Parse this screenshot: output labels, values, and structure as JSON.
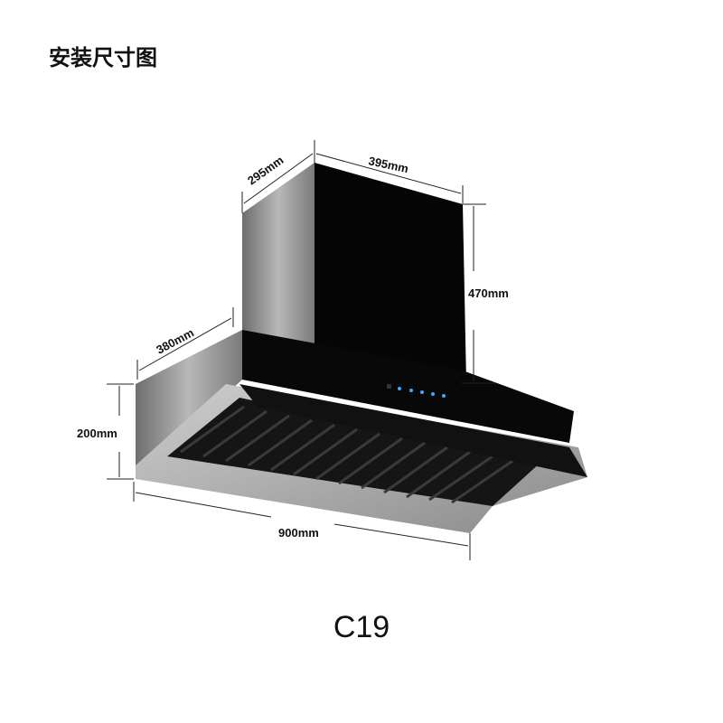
{
  "title": "安装尺寸图",
  "model": "C19",
  "dimensions": {
    "chimney_depth": "295mm",
    "chimney_width": "395mm",
    "chimney_height": "470mm",
    "body_depth": "380mm",
    "body_height": "200mm",
    "body_width": "900mm"
  },
  "colors": {
    "glass": "#050505",
    "steel": "#9a9a9a"
  }
}
